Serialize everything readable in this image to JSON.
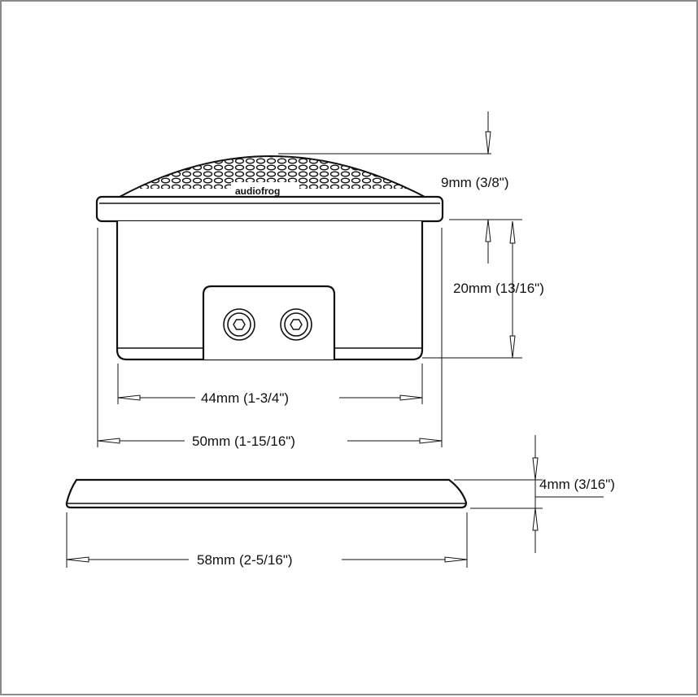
{
  "logo_text": "audiofrog",
  "dimensions": {
    "grille_height": "9mm (3/8\")",
    "body_height": "20mm (13/16\")",
    "body_width": "44mm (1-3/4\")",
    "bezel_width": "50mm (1-15/16\")",
    "trim_ring_height": "4mm (3/16\")",
    "trim_ring_width": "58mm (2-5/16\")"
  }
}
